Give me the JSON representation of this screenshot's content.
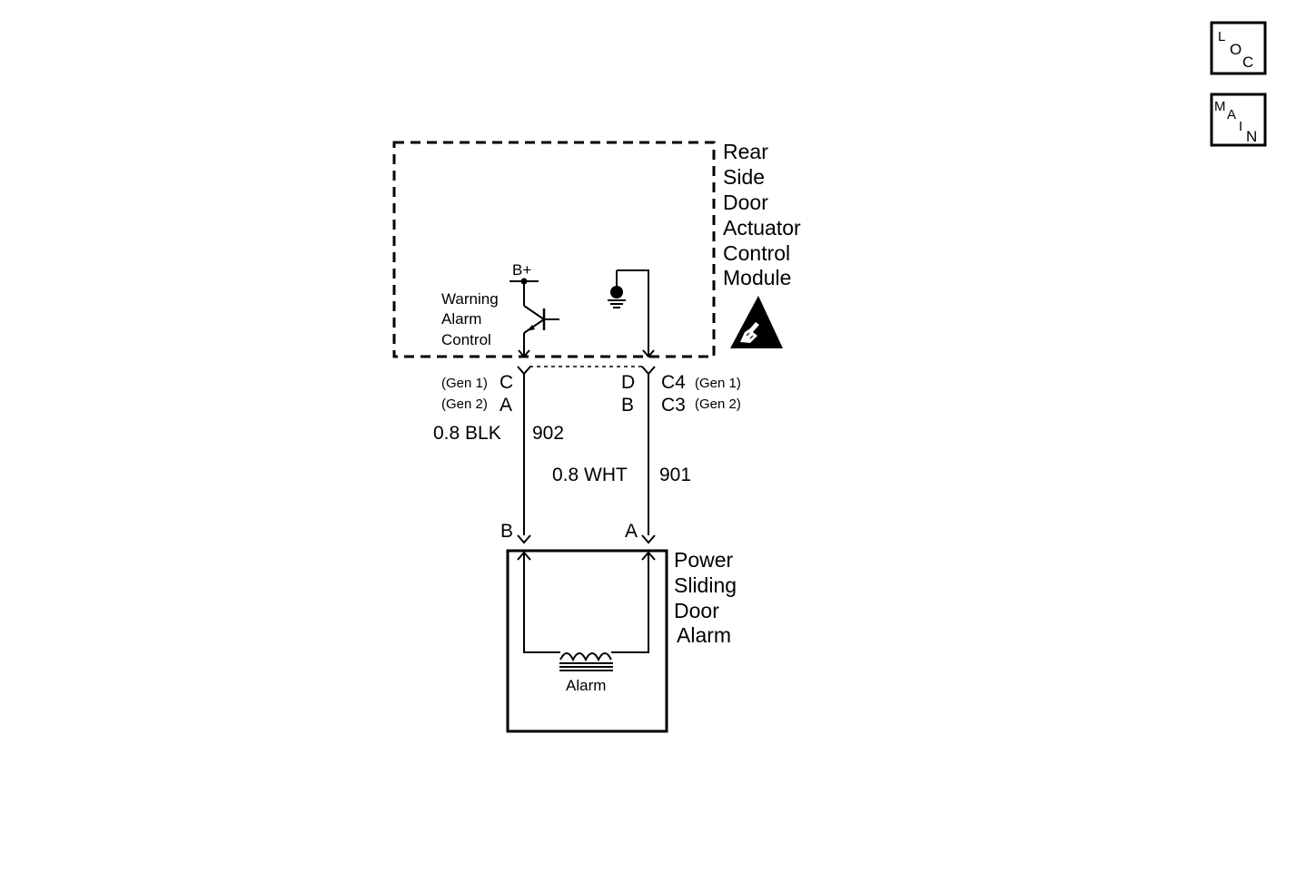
{
  "nav": {
    "loc": {
      "l": "L",
      "o": "O",
      "c": "C"
    },
    "main": {
      "m": "M",
      "a": "A",
      "i": "I",
      "n": "N"
    }
  },
  "module": {
    "title_lines": [
      "Rear",
      "Side",
      "Door",
      "Actuator",
      "Control",
      "Module"
    ],
    "b_plus": "B+",
    "control_lines": [
      "Warning",
      "Alarm",
      "Control"
    ]
  },
  "connectors": {
    "left": {
      "gen1_label": "(Gen 1)",
      "gen1_pin": "C",
      "gen2_label": "(Gen 2)",
      "gen2_pin": "A"
    },
    "right": {
      "gen1_pin": "D",
      "gen1_conn": "C4",
      "gen1_label": "(Gen 1)",
      "gen2_pin": "B",
      "gen2_conn": "C3",
      "gen2_label": "(Gen 2)"
    }
  },
  "wires": {
    "left": {
      "spec": "0.8 BLK",
      "circuit": "902"
    },
    "right": {
      "spec": "0.8 WHT",
      "circuit": "901"
    }
  },
  "alarm": {
    "pin_left": "B",
    "pin_right": "A",
    "title_lines": [
      "Power",
      "Sliding",
      "Door",
      "Alarm"
    ],
    "component_label": "Alarm"
  }
}
